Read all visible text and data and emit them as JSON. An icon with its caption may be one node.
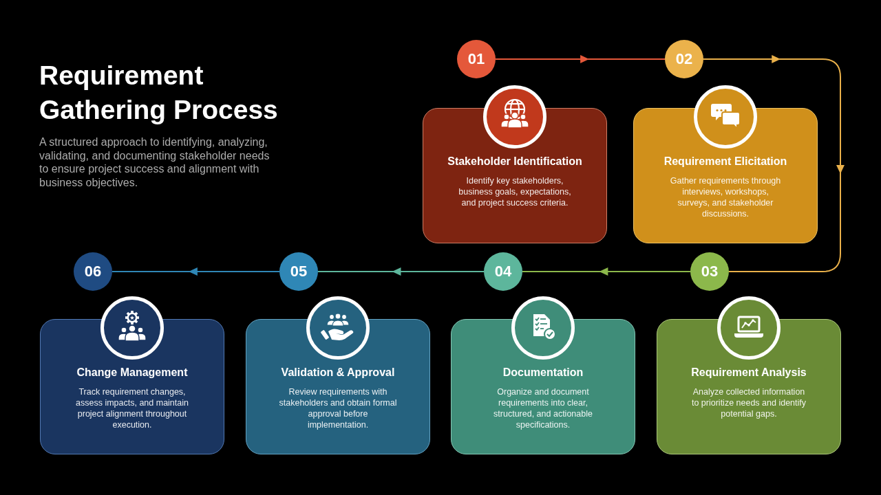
{
  "diagram": {
    "title": "Requirement Gathering Process",
    "nodes": [
      {
        "text": [
          "01"
        ]
      },
      {
        "text": [
          "Stakeholder Identification",
          "Identify key stakeholders, business goals, expectations, and project success criteria."
        ]
      },
      {
        "text": [
          "02"
        ]
      },
      {
        "text": [
          "Requirement Elicitation",
          "Gather requirements through interviews, workshops, surveys, and stakeholder discussions."
        ]
      },
      {
        "text": [
          "03"
        ]
      },
      {
        "text": [
          "Requirement Analysis",
          "Analyze collected information to prioritize needs and identify potential gaps."
        ]
      },
      {
        "text": [
          "04"
        ]
      },
      {
        "text": [
          "Documentation",
          "Organize and document requirements into clear, structured, and actionable specifications."
        ]
      },
      {
        "text": [
          "05"
        ]
      },
      {
        "text": [
          "Validation & Approval",
          "Review requirements with stakeholders and obtain formal approval before implementation."
        ]
      },
      {
        "text": [
          "06"
        ]
      },
      {
        "text": [
          "Change Management",
          "Track requirement changes, assess impacts, and maintain project alignment throughout execution."
        ]
      }
    ],
    "edges": [
      {
        "from": 0,
        "to": 2,
        "arrow": "to",
        "color": "#e4583a"
      },
      {
        "from": 2,
        "to": 4,
        "arrow": "to",
        "color": "#e9b04a"
      },
      {
        "from": 4,
        "to": 6,
        "arrow": "to",
        "color": "#8cb84b"
      },
      {
        "from": 6,
        "to": 8,
        "arrow": "to",
        "color": "#5db69c"
      },
      {
        "from": 8,
        "to": 10,
        "arrow": "to",
        "color": "#2f87b6"
      }
    ],
    "labels": [
      "A structured approach to identifying, analyzing, validating, and documenting stakeholder needs to ensure project success and alignment with business objectives."
    ]
  }
}
